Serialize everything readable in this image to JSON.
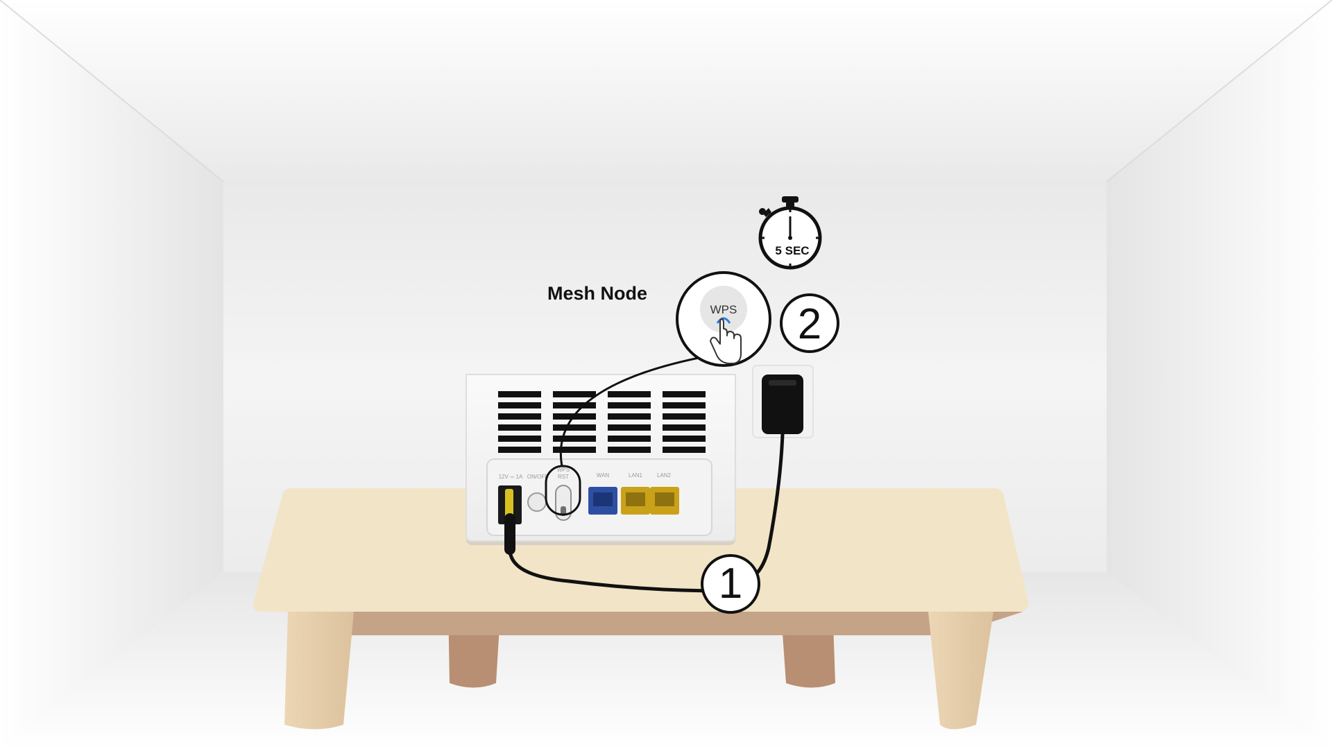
{
  "diagram": {
    "title": "Mesh Node",
    "timer_text": "5 SEC",
    "wps_button_text": "WPS",
    "steps": [
      {
        "number": "1"
      },
      {
        "number": "2"
      }
    ],
    "router": {
      "power_label": "12V ⎓ 1A",
      "onoff_label": "ON/OFF",
      "wps_rst_label_top": "WPS",
      "wps_rst_label_bottom": "RST",
      "ports": [
        "WAN",
        "LAN1",
        "LAN2"
      ]
    },
    "colors": {
      "wall_back": "#ececec",
      "table_top": "#f2e4c6",
      "table_legs": "#e2c9a6",
      "wan_port": "#2d4fa3",
      "lan_port": "#c9a21a",
      "cable": "#111111",
      "wps_light": "#2a7de1"
    }
  }
}
